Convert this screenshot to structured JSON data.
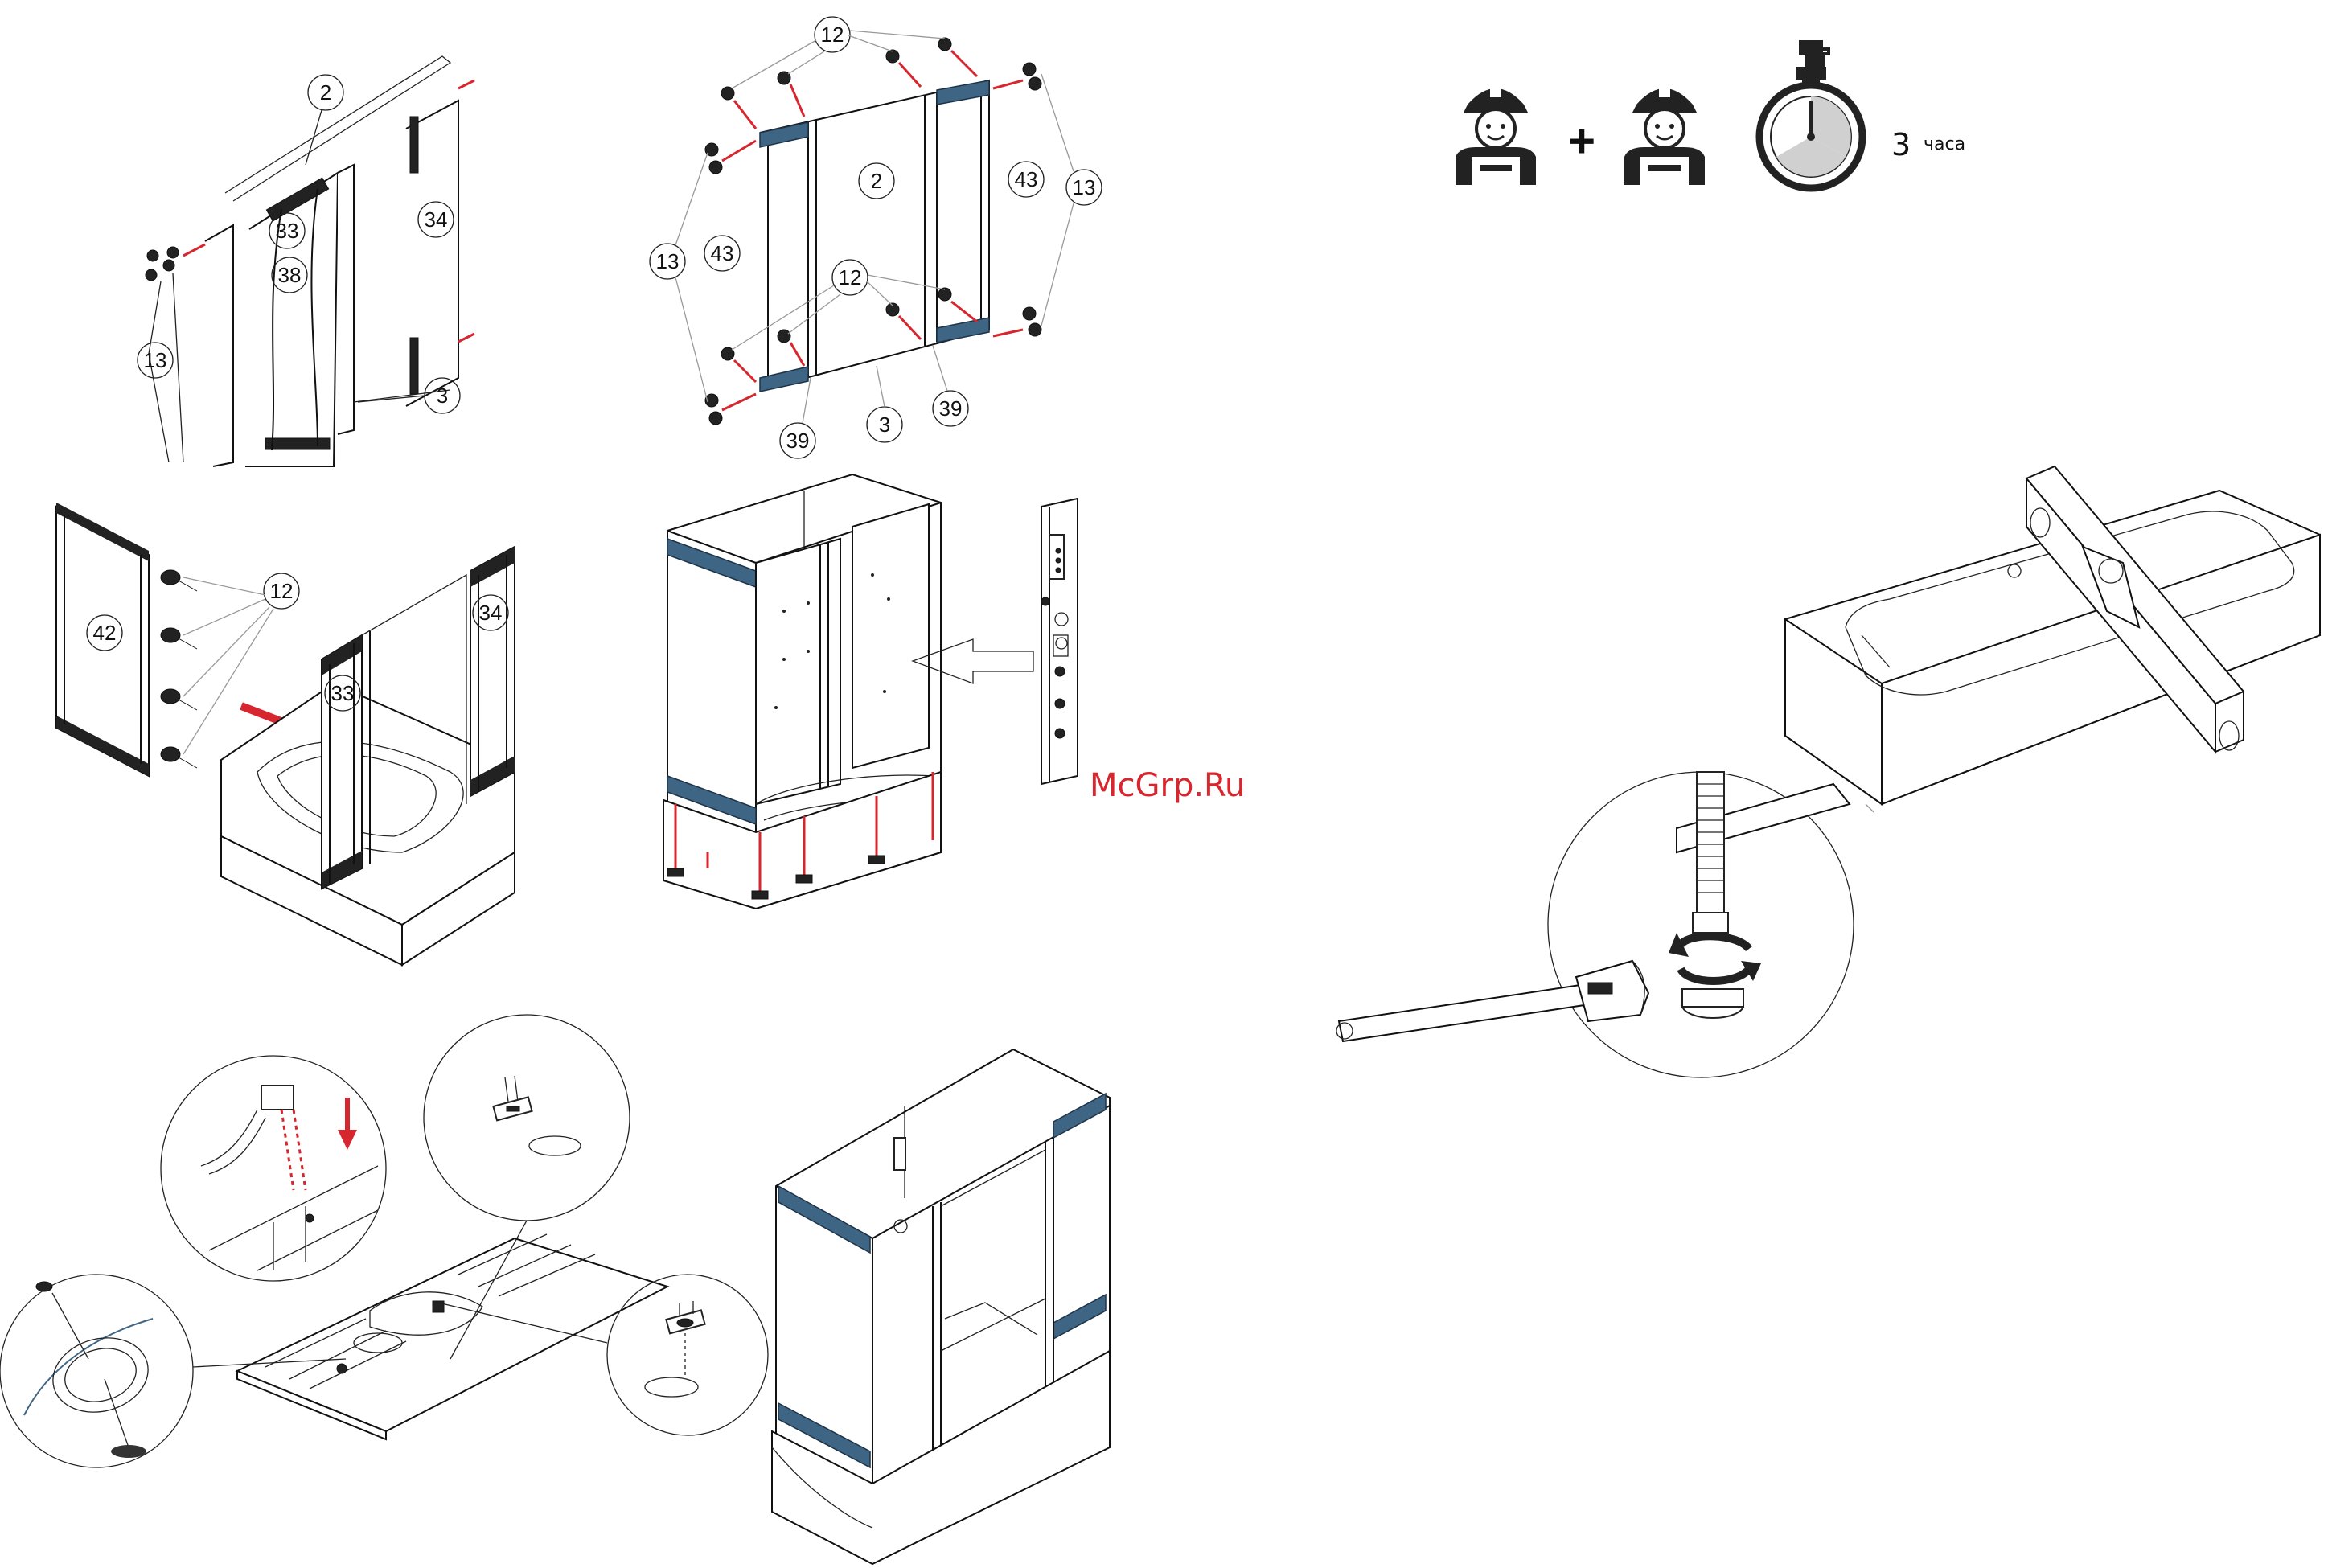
{
  "callouts": {
    "s1": [
      "2",
      "33",
      "38",
      "34",
      "13",
      "3"
    ],
    "s2": [
      "12",
      "13",
      "43",
      "2",
      "43",
      "13",
      "12",
      "39",
      "3",
      "39"
    ],
    "s3": [
      "42",
      "12",
      "34",
      "33"
    ]
  },
  "header": {
    "time_value": "3",
    "time_unit": "часа",
    "plus": "+"
  },
  "icons": {
    "worker": "worker-helmet-icon",
    "stopwatch": "stopwatch-icon",
    "wrench": "adjustable-wrench-icon"
  },
  "watermark": "McGrp.Ru",
  "colors": {
    "accent_red": "#d7262e",
    "frame_blue": "#3f6585"
  }
}
